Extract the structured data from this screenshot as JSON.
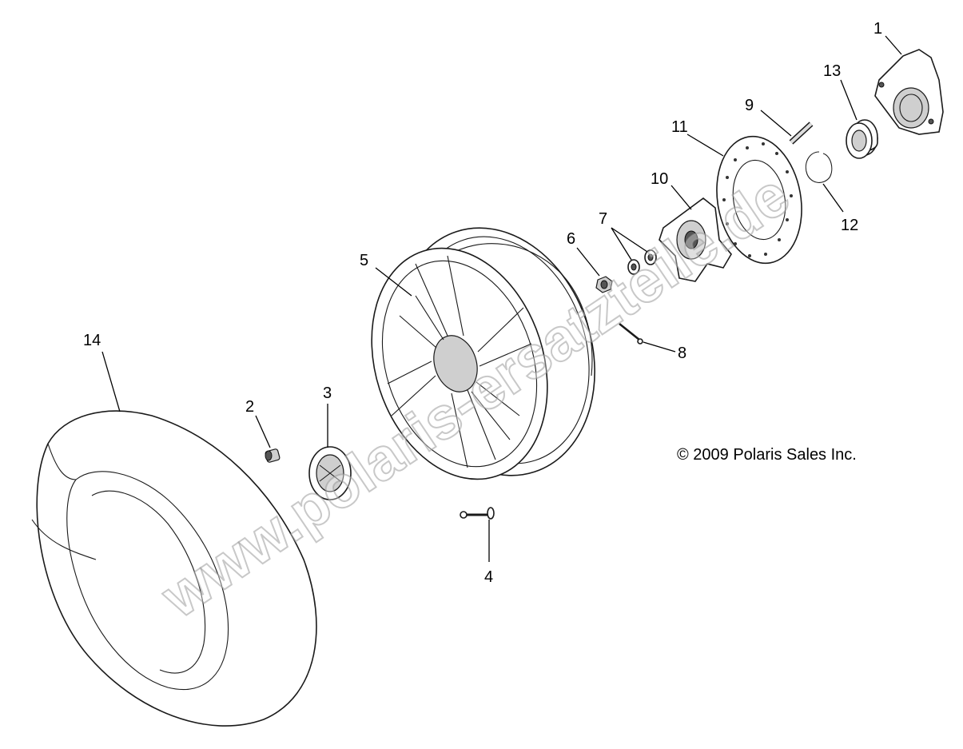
{
  "diagram": {
    "copyright": "© 2009 Polaris Sales Inc.",
    "watermark": "www.polaris-ersatzteile.de",
    "callouts": [
      {
        "id": "1",
        "label": "1"
      },
      {
        "id": "2",
        "label": "2"
      },
      {
        "id": "3",
        "label": "3"
      },
      {
        "id": "4",
        "label": "4"
      },
      {
        "id": "5",
        "label": "5"
      },
      {
        "id": "6",
        "label": "6"
      },
      {
        "id": "7",
        "label": "7"
      },
      {
        "id": "8",
        "label": "8"
      },
      {
        "id": "9",
        "label": "9"
      },
      {
        "id": "10",
        "label": "10"
      },
      {
        "id": "11",
        "label": "11"
      },
      {
        "id": "12",
        "label": "12"
      },
      {
        "id": "13",
        "label": "13"
      },
      {
        "id": "14",
        "label": "14"
      }
    ]
  }
}
